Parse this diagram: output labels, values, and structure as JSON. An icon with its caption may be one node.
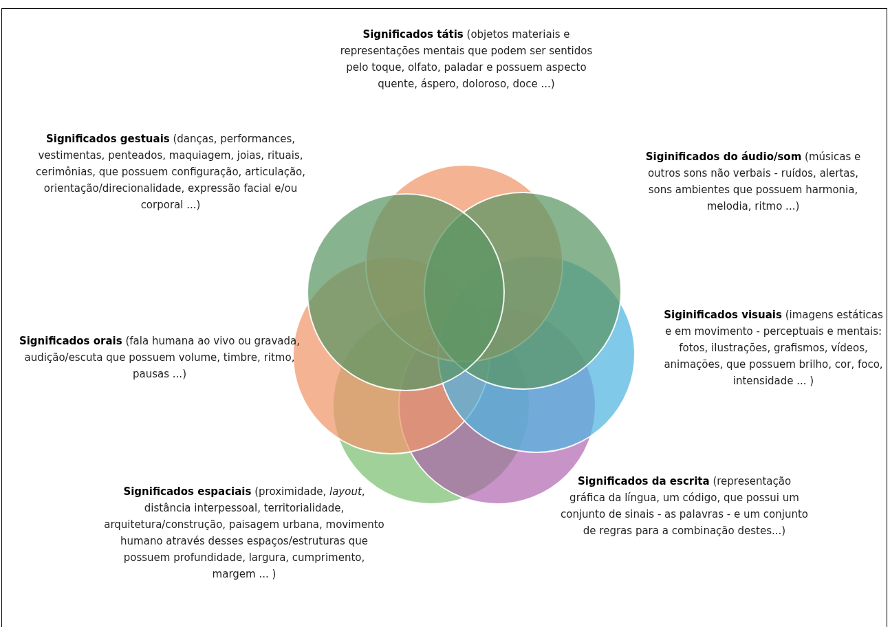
{
  "diagram": {
    "labels": [
      "**Significados tátis** (objetos materiais e representações mentais que podem ser sentidos pelo toque, olfato, paladar e possuem aspecto quente, áspero, doloroso, doce ...)",
      "**Significados gestuais** (danças, performances, vestimentas, penteados, maquiagem, joias, rituais, cerimônias, que possuem configuração, articulação, orientação/direcionalidade, expressão facial e/ou corporal ...)",
      "**Siginificados do áudio/som** (músicas e outros sons não verbais - ruídos, alertas, sons ambientes que possuem harmonia, melodia, ritmo ...)",
      "**Significados orais** (fala humana ao vivo ou gravada, audição/escuta que possuem volume, timbre, ritmo, pausas ...)",
      "**Siginificados visuais** (imagens estáticas e em movimento - perceptuais e mentais: fotos, ilustrações, grafismos, vídeos, animações, que possuem brilho, cor, foco, intensidade ... )",
      "**Significados espaciais** (proximidade, *layout*, distância interpessoal, territorialidade, arquitetura/construção, paisagem urbana, movimento humano através desses espaços/estruturas que possuem profundidade, largura, cumprimento, margem ... )",
      "**Significados da escrita** (representação gráfica da língua, um código, que possui um conjunto de sinais - as palavras - e um conjunto de regras para a combinação destes...)"
    ]
  }
}
